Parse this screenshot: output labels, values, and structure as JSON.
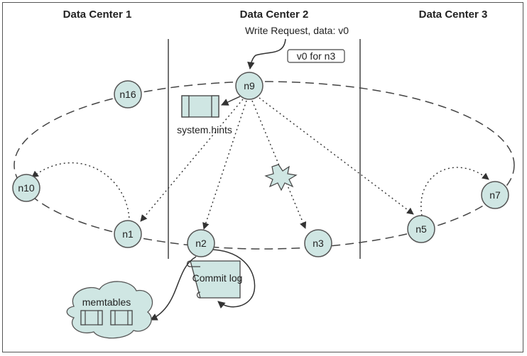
{
  "datacenters": {
    "dc1": "Data Center 1",
    "dc2": "Data Center 2",
    "dc3": "Data Center 3"
  },
  "write_request": "Write Request, data: v0",
  "hint_box": "v0 for n3",
  "system_hints": "system.hints",
  "commit_log": "Commit log",
  "memtables": "memtables",
  "nodes": {
    "n1": "n1",
    "n2": "n2",
    "n3": "n3",
    "n5": "n5",
    "n7": "n7",
    "n9": "n9",
    "n10": "n10",
    "n16": "n16"
  },
  "colors": {
    "node_fill": "#cfe6e3",
    "stroke": "#555555"
  }
}
